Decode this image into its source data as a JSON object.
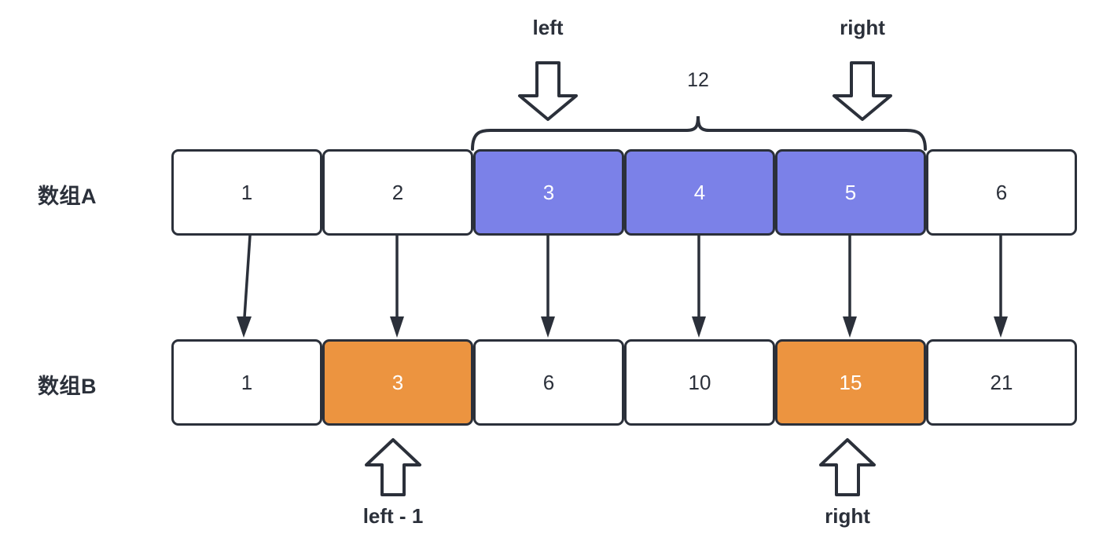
{
  "diagram": {
    "title_rows": [
      {
        "label": "数组A"
      },
      {
        "label": "数组B"
      }
    ],
    "array_a": {
      "label": "数组A",
      "cells": [
        {
          "value": "1",
          "highlight": "none"
        },
        {
          "value": "2",
          "highlight": "none"
        },
        {
          "value": "3",
          "highlight": "blue"
        },
        {
          "value": "4",
          "highlight": "blue"
        },
        {
          "value": "5",
          "highlight": "blue"
        },
        {
          "value": "6",
          "highlight": "none"
        }
      ]
    },
    "array_b": {
      "label": "数组B",
      "cells": [
        {
          "value": "1",
          "highlight": "none"
        },
        {
          "value": "3",
          "highlight": "orange"
        },
        {
          "value": "6",
          "highlight": "none"
        },
        {
          "value": "10",
          "highlight": "none"
        },
        {
          "value": "15",
          "highlight": "orange"
        },
        {
          "value": "21",
          "highlight": "none"
        }
      ]
    },
    "top_markers": [
      {
        "label": "left",
        "index": 2
      },
      {
        "label": "right",
        "index": 4
      }
    ],
    "bottom_markers": [
      {
        "label": "left - 1",
        "index": 1
      },
      {
        "label": "right",
        "index": 4
      }
    ],
    "brace": {
      "label": "12",
      "from_index": 2,
      "to_index": 4
    },
    "colors": {
      "stroke": "#2b303a",
      "highlight_blue": "#7b81e8",
      "highlight_orange": "#ec9440",
      "cell_fill": "#ffffff",
      "text_on_highlight": "#ffffff",
      "background": "#ffffff"
    }
  }
}
